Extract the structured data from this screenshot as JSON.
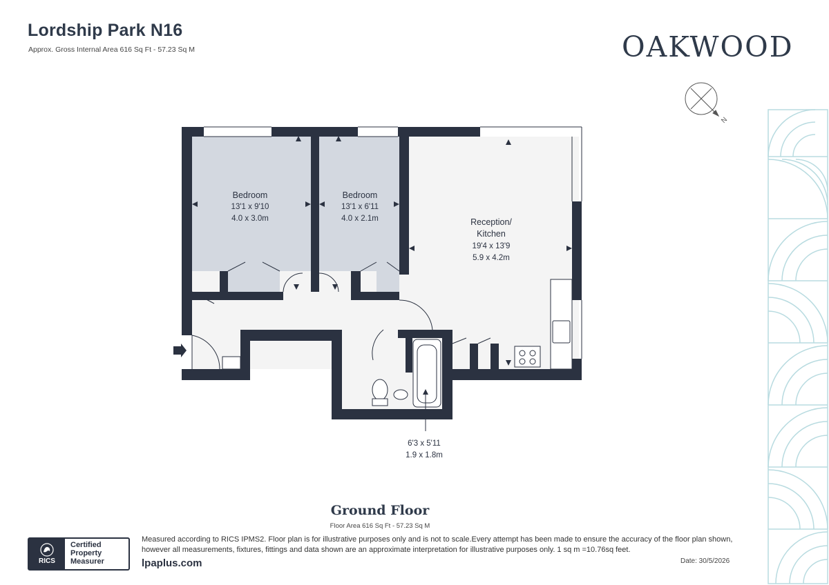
{
  "header": {
    "title": "Lordship Park N16",
    "subtitle": "Approx. Gross Internal Area 616 Sq Ft - 57.23 Sq M",
    "brand": "OAKWOOD"
  },
  "compass": {
    "direction_label": "N",
    "icon": "compass-north-icon"
  },
  "rooms": [
    {
      "name": "Bedroom",
      "dim_imperial": "13'1 x 9'10",
      "dim_metric": "4.0 x 3.0m"
    },
    {
      "name": "Bedroom",
      "dim_imperial": "13'1 x 6'11",
      "dim_metric": "4.0 x 2.1m"
    },
    {
      "name_line1": "Reception/",
      "name_line2": "Kitchen",
      "dim_imperial": "19'4 x 13'9",
      "dim_metric": "5.9 x 4.2m"
    },
    {
      "dim_imperial": "6'3 x 5'11",
      "dim_metric": "1.9 x 1.8m"
    }
  ],
  "floor": {
    "name": "Ground Floor",
    "area": "Floor Area 616 Sq Ft - 57.23 Sq M"
  },
  "footer": {
    "rics_badge": {
      "logo_text": "RICS",
      "line1": "Certified",
      "line2": "Property",
      "line3": "Measurer"
    },
    "disclaimer_line1": "Measured according to RICS IPMS2. Floor plan is for illustrative purposes only and is not to scale.Every attempt has been made to ensure the accuracy of the floor plan shown,",
    "disclaimer_line2": "however all measurements, fixtures, fittings and data shown are an approximate interpretation for illustrative purposes only. 1 sq m =10.76sq feet.",
    "website": "lpaplus.com",
    "date": "Date: 30/5/2026"
  },
  "colors": {
    "wall": "#2b3241",
    "bedroom_fill": "#d3d8e0",
    "floor_fill": "#f4f4f4",
    "pattern": "#b8dbe0"
  }
}
